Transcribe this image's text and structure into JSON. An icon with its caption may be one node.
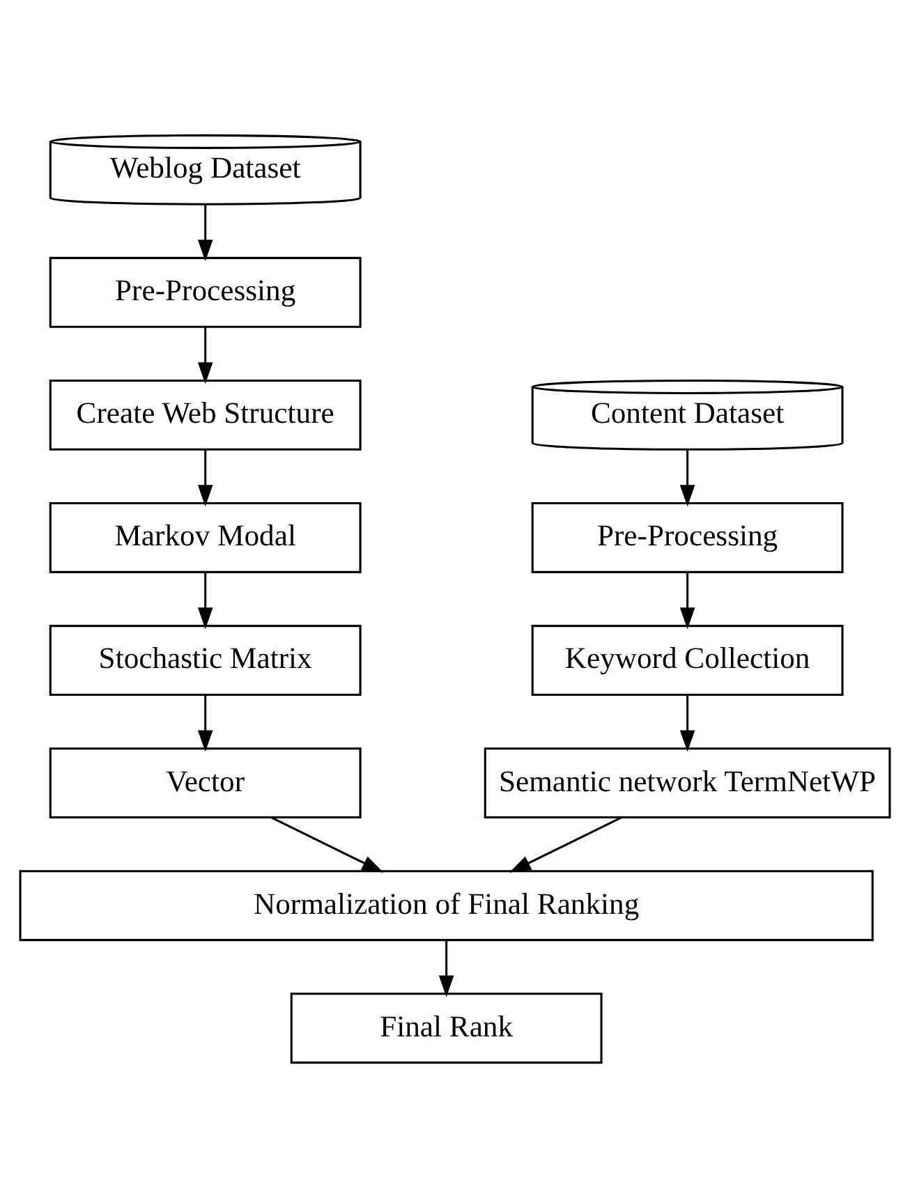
{
  "diagram": {
    "nodes": [
      {
        "text": [
          "Weblog Dataset"
        ]
      },
      {
        "text": [
          "Pre-Processing"
        ]
      },
      {
        "text": [
          "Create Web Structure"
        ]
      },
      {
        "text": [
          "Markov Modal"
        ]
      },
      {
        "text": [
          "Stochastic Matrix"
        ]
      },
      {
        "text": [
          "Vector"
        ]
      },
      {
        "text": [
          "Content Dataset"
        ]
      },
      {
        "text": [
          "Pre-Processing"
        ]
      },
      {
        "text": [
          "Keyword Collection"
        ]
      },
      {
        "text": [
          "Semantic network TermNetWP"
        ]
      },
      {
        "text": [
          "Normalization of Final Ranking"
        ]
      },
      {
        "text": [
          "Final Rank"
        ]
      }
    ],
    "edges": [
      {
        "from": 0,
        "to": 1,
        "arrow": "to"
      },
      {
        "from": 1,
        "to": 2,
        "arrow": "to"
      },
      {
        "from": 2,
        "to": 3,
        "arrow": "to"
      },
      {
        "from": 3,
        "to": 4,
        "arrow": "to"
      },
      {
        "from": 4,
        "to": 5,
        "arrow": "to"
      },
      {
        "from": 6,
        "to": 7,
        "arrow": "to"
      },
      {
        "from": 7,
        "to": 8,
        "arrow": "to"
      },
      {
        "from": 8,
        "to": 9,
        "arrow": "to"
      },
      {
        "from": 5,
        "to": 10,
        "arrow": "to"
      },
      {
        "from": 9,
        "to": 10,
        "arrow": "to"
      },
      {
        "from": 10,
        "to": 11,
        "arrow": "to"
      }
    ]
  }
}
